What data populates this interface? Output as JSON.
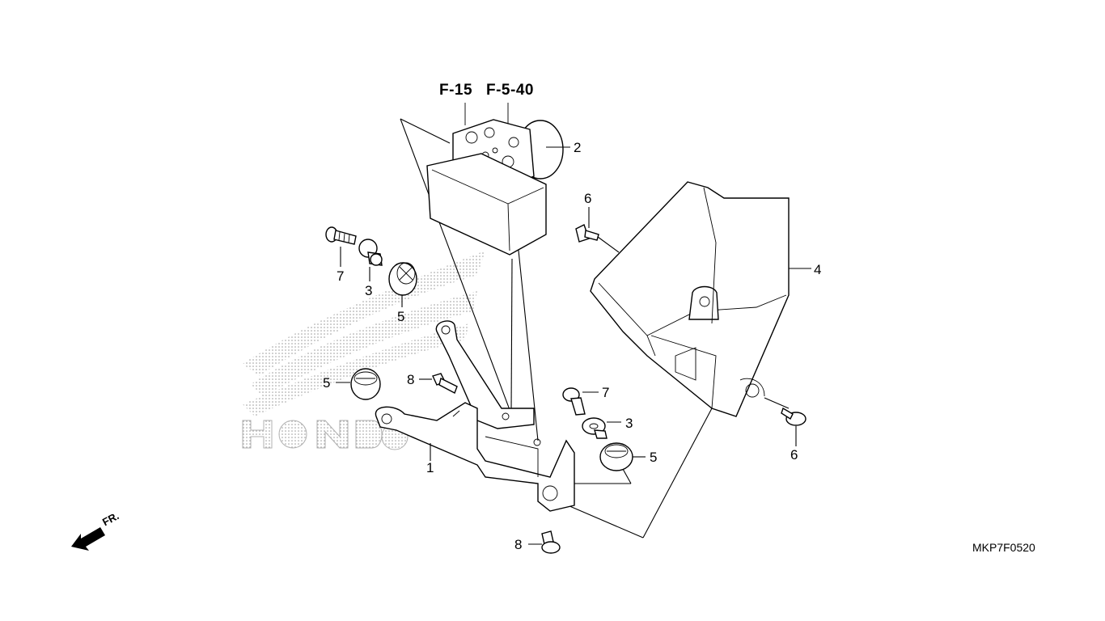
{
  "references": {
    "ref_a": "F-15",
    "ref_b": "F-5-40"
  },
  "callouts": {
    "c1": "1",
    "c2": "2",
    "c3a": "3",
    "c3b": "3",
    "c4": "4",
    "c5a": "5",
    "c5b": "5",
    "c5c": "5",
    "c6a": "6",
    "c6b": "6",
    "c7a": "7",
    "c7b": "7",
    "c8a": "8",
    "c8b": "8"
  },
  "front_label": "FR.",
  "diagram_code": "MKP7F0520",
  "colors": {
    "line": "#000000",
    "background": "#ffffff",
    "watermark": "#b0b0b0"
  }
}
